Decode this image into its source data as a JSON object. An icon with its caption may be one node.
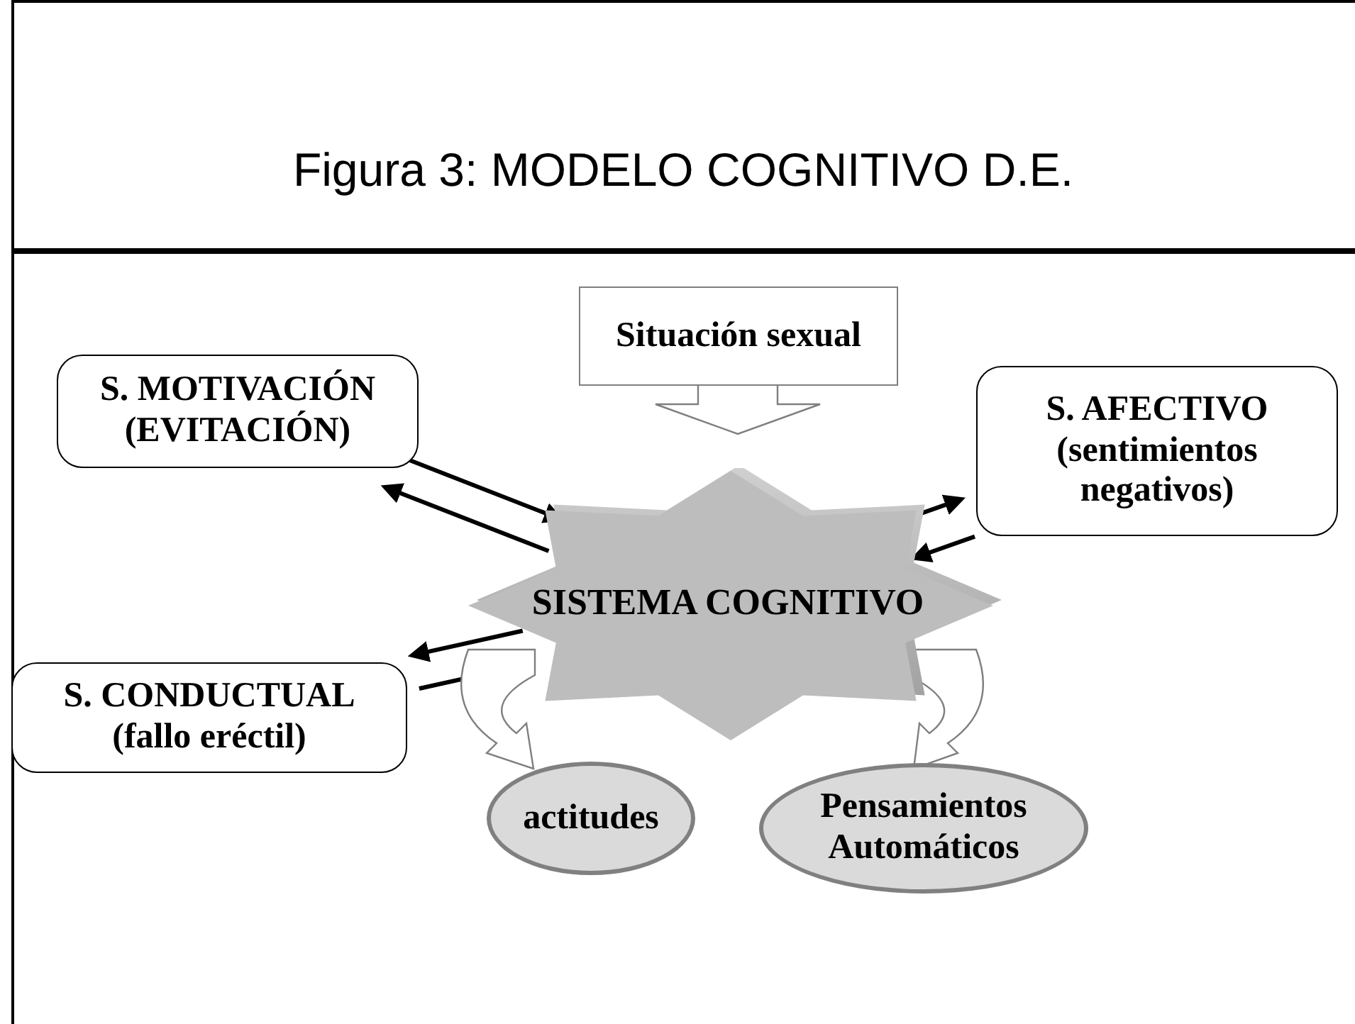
{
  "diagram": {
    "title": "Figura 3: MODELO COGNITIVO D.E.",
    "nodes": [
      {
        "text": [
          "S. MOTIVACIÓN",
          "(EVITACIÓN)"
        ]
      },
      {
        "text": [
          "Situación sexual"
        ]
      },
      {
        "text": [
          "S. AFECTIVO",
          "(sentimientos negativos)"
        ]
      },
      {
        "text": [
          "SISTEMA COGNITIVO"
        ]
      },
      {
        "text": [
          "S. CONDUCTUAL",
          "(fallo eréctil)"
        ]
      },
      {
        "text": [
          "actitudes"
        ]
      },
      {
        "text": [
          "Pensamientos Automáticos"
        ]
      }
    ],
    "edges": [
      {
        "from": 0,
        "to": 3,
        "arrow": "to"
      },
      {
        "from": 3,
        "to": 0,
        "arrow": "to"
      },
      {
        "from": 1,
        "to": 3,
        "arrow": "to"
      },
      {
        "from": 2,
        "to": 3,
        "arrow": "to"
      },
      {
        "from": 3,
        "to": 2,
        "arrow": "to"
      },
      {
        "from": 4,
        "to": 3,
        "arrow": "to"
      },
      {
        "from": 3,
        "to": 4,
        "arrow": "to"
      },
      {
        "from": 3,
        "to": 5,
        "arrow": "to"
      },
      {
        "from": 3,
        "to": 6,
        "arrow": "to"
      }
    ]
  }
}
